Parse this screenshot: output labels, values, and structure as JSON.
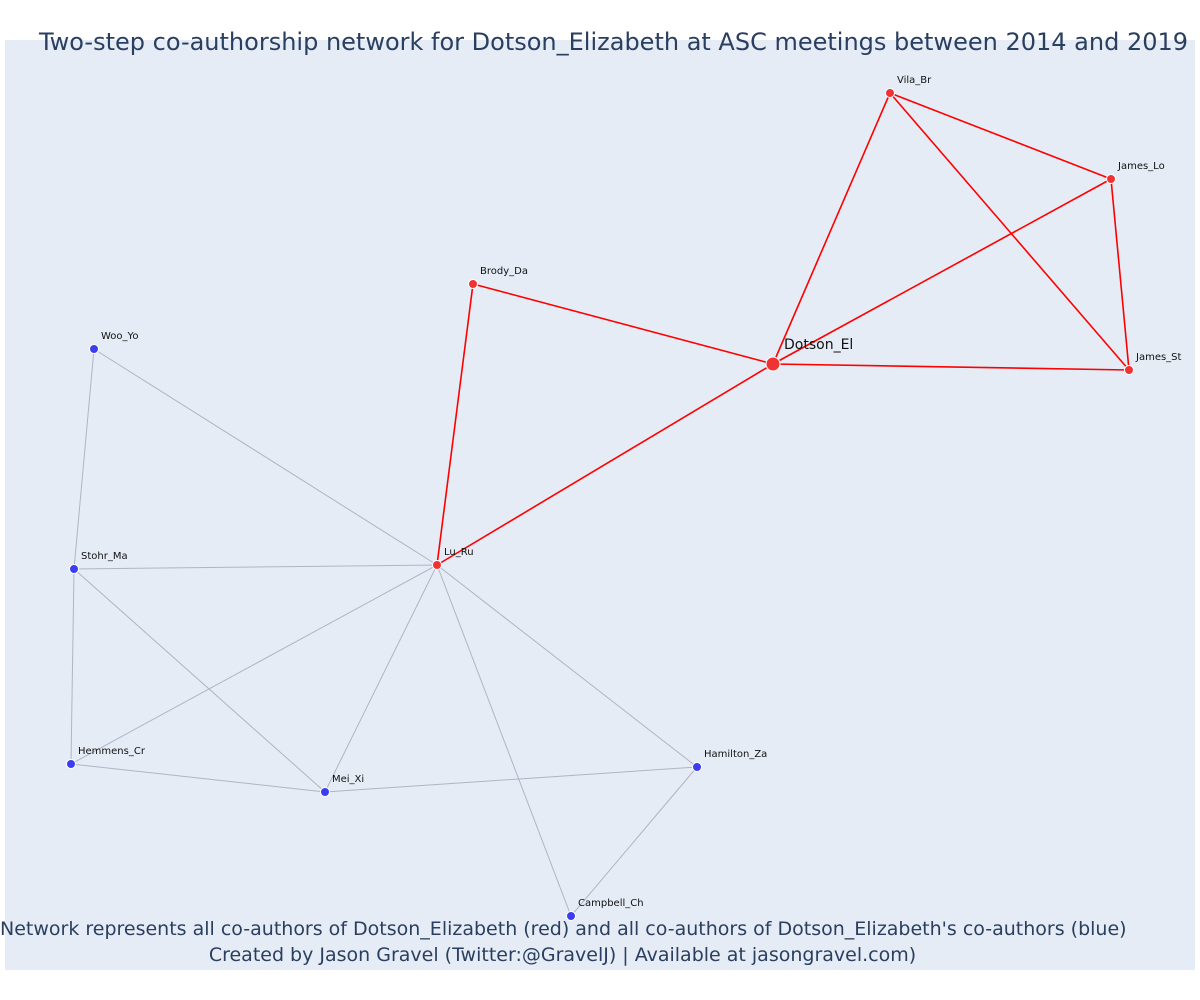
{
  "title": "Two-step co-authorship network for Dotson_Elizabeth at ASC meetings between 2014 and 2019",
  "caption_line1": "Network represents all co-authors of Dotson_Elizabeth (red) and all co-authors of Dotson_Elizabeth's co-authors (blue)",
  "caption_line2": "Created by Jason Gravel (Twitter:@GravelJ) | Available at jasongravel.com)",
  "colors": {
    "plot_background": "#e5ecf6",
    "red": "#ff0000",
    "red_node": "#ef3333",
    "blue_node": "#3d3df0",
    "grey_edge": "#b0b4c4",
    "text": "#2a3f5f"
  },
  "nodes": [
    {
      "id": "Dotson_El",
      "label": "Dotson_El",
      "group": "focal"
    },
    {
      "id": "Vila_Br",
      "label": "Vila_Br",
      "group": "coauthor"
    },
    {
      "id": "James_Lo",
      "label": "James_Lo",
      "group": "coauthor"
    },
    {
      "id": "James_St",
      "label": "James_St",
      "group": "coauthor"
    },
    {
      "id": "Brody_Da",
      "label": "Brody_Da",
      "group": "coauthor"
    },
    {
      "id": "Lu_Ru",
      "label": "Lu_Ru",
      "group": "coauthor"
    },
    {
      "id": "Woo_Yo",
      "label": "Woo_Yo",
      "group": "second"
    },
    {
      "id": "Stohr_Ma",
      "label": "Stohr_Ma",
      "group": "second"
    },
    {
      "id": "Hemmens_Cr",
      "label": "Hemmens_Cr",
      "group": "second"
    },
    {
      "id": "Mei_Xi",
      "label": "Mei_Xi",
      "group": "second"
    },
    {
      "id": "Hamilton_Za",
      "label": "Hamilton_Za",
      "group": "second"
    },
    {
      "id": "Campbell_Ch",
      "label": "Campbell_Ch",
      "group": "second"
    }
  ],
  "edges": [
    {
      "source": "Dotson_El",
      "target": "Vila_Br",
      "type": "red"
    },
    {
      "source": "Dotson_El",
      "target": "James_Lo",
      "type": "red"
    },
    {
      "source": "Dotson_El",
      "target": "James_St",
      "type": "red"
    },
    {
      "source": "Dotson_El",
      "target": "Brody_Da",
      "type": "red"
    },
    {
      "source": "Dotson_El",
      "target": "Lu_Ru",
      "type": "red"
    },
    {
      "source": "Vila_Br",
      "target": "James_Lo",
      "type": "red"
    },
    {
      "source": "Vila_Br",
      "target": "James_St",
      "type": "red"
    },
    {
      "source": "James_Lo",
      "target": "James_St",
      "type": "red"
    },
    {
      "source": "Brody_Da",
      "target": "Lu_Ru",
      "type": "red"
    },
    {
      "source": "Lu_Ru",
      "target": "Woo_Yo",
      "type": "grey"
    },
    {
      "source": "Lu_Ru",
      "target": "Stohr_Ma",
      "type": "grey"
    },
    {
      "source": "Lu_Ru",
      "target": "Hemmens_Cr",
      "type": "grey"
    },
    {
      "source": "Lu_Ru",
      "target": "Mei_Xi",
      "type": "grey"
    },
    {
      "source": "Lu_Ru",
      "target": "Hamilton_Za",
      "type": "grey"
    },
    {
      "source": "Lu_Ru",
      "target": "Campbell_Ch",
      "type": "grey"
    },
    {
      "source": "Woo_Yo",
      "target": "Stohr_Ma",
      "type": "grey"
    },
    {
      "source": "Stohr_Ma",
      "target": "Hemmens_Cr",
      "type": "grey"
    },
    {
      "source": "Stohr_Ma",
      "target": "Mei_Xi",
      "type": "grey"
    },
    {
      "source": "Hemmens_Cr",
      "target": "Mei_Xi",
      "type": "grey"
    },
    {
      "source": "Mei_Xi",
      "target": "Hamilton_Za",
      "type": "grey"
    },
    {
      "source": "Hamilton_Za",
      "target": "Campbell_Ch",
      "type": "grey"
    }
  ]
}
